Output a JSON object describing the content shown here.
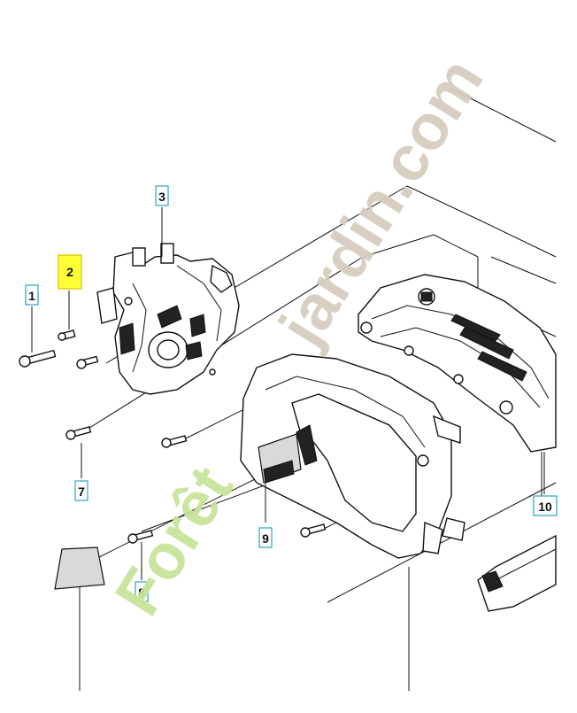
{
  "diagram": {
    "callouts": [
      {
        "id": "c1",
        "label": "1",
        "highlighted": false
      },
      {
        "id": "c2",
        "label": "2",
        "highlighted": true
      },
      {
        "id": "c3",
        "label": "3",
        "highlighted": false
      },
      {
        "id": "c7",
        "label": "7",
        "highlighted": false
      },
      {
        "id": "c8",
        "label": "8",
        "highlighted": false
      },
      {
        "id": "c9",
        "label": "9",
        "highlighted": false
      },
      {
        "id": "c10",
        "label": "10",
        "highlighted": false
      }
    ],
    "highlight_color": "#ffff33",
    "callout_border_color": "#2aa6c6"
  },
  "watermark": {
    "text_green": "Forêt",
    "text_tan": "jardin.com",
    "color_green": "#c8e49a",
    "color_tan": "#d6cdbf"
  }
}
